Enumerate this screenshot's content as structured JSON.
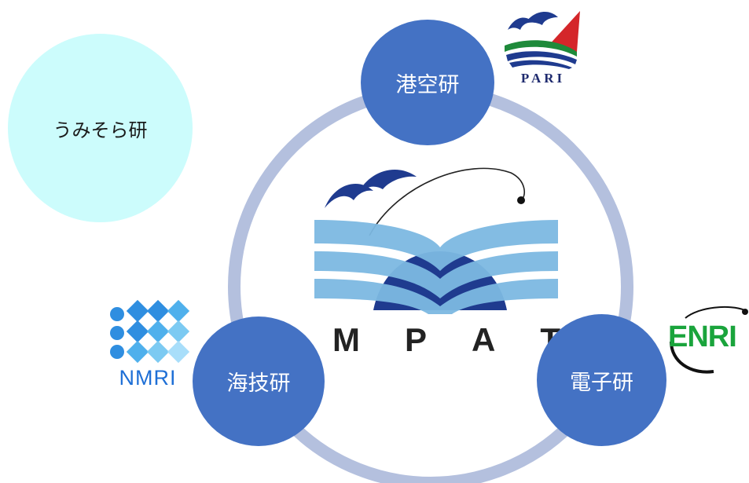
{
  "nodes": {
    "umisora": "うみそら研",
    "kouku": "港空研",
    "kaigi": "海技研",
    "denshi": "電子研"
  },
  "center_logo": {
    "letters": [
      "M",
      "P",
      "A",
      "T"
    ]
  },
  "logos": {
    "pari": "PARI",
    "nmri": "NMRI",
    "enri": "ENRI"
  },
  "colors": {
    "node_blue": "#4472c4",
    "ring": "#b4c0de",
    "umisora_bg": "#ccfcfc",
    "logo_light_blue": "#6fb0de",
    "logo_dark_blue": "#1f3b8f"
  },
  "icons": [
    "pari-logo",
    "nmri-logo",
    "enri-logo",
    "mpat-logo"
  ]
}
